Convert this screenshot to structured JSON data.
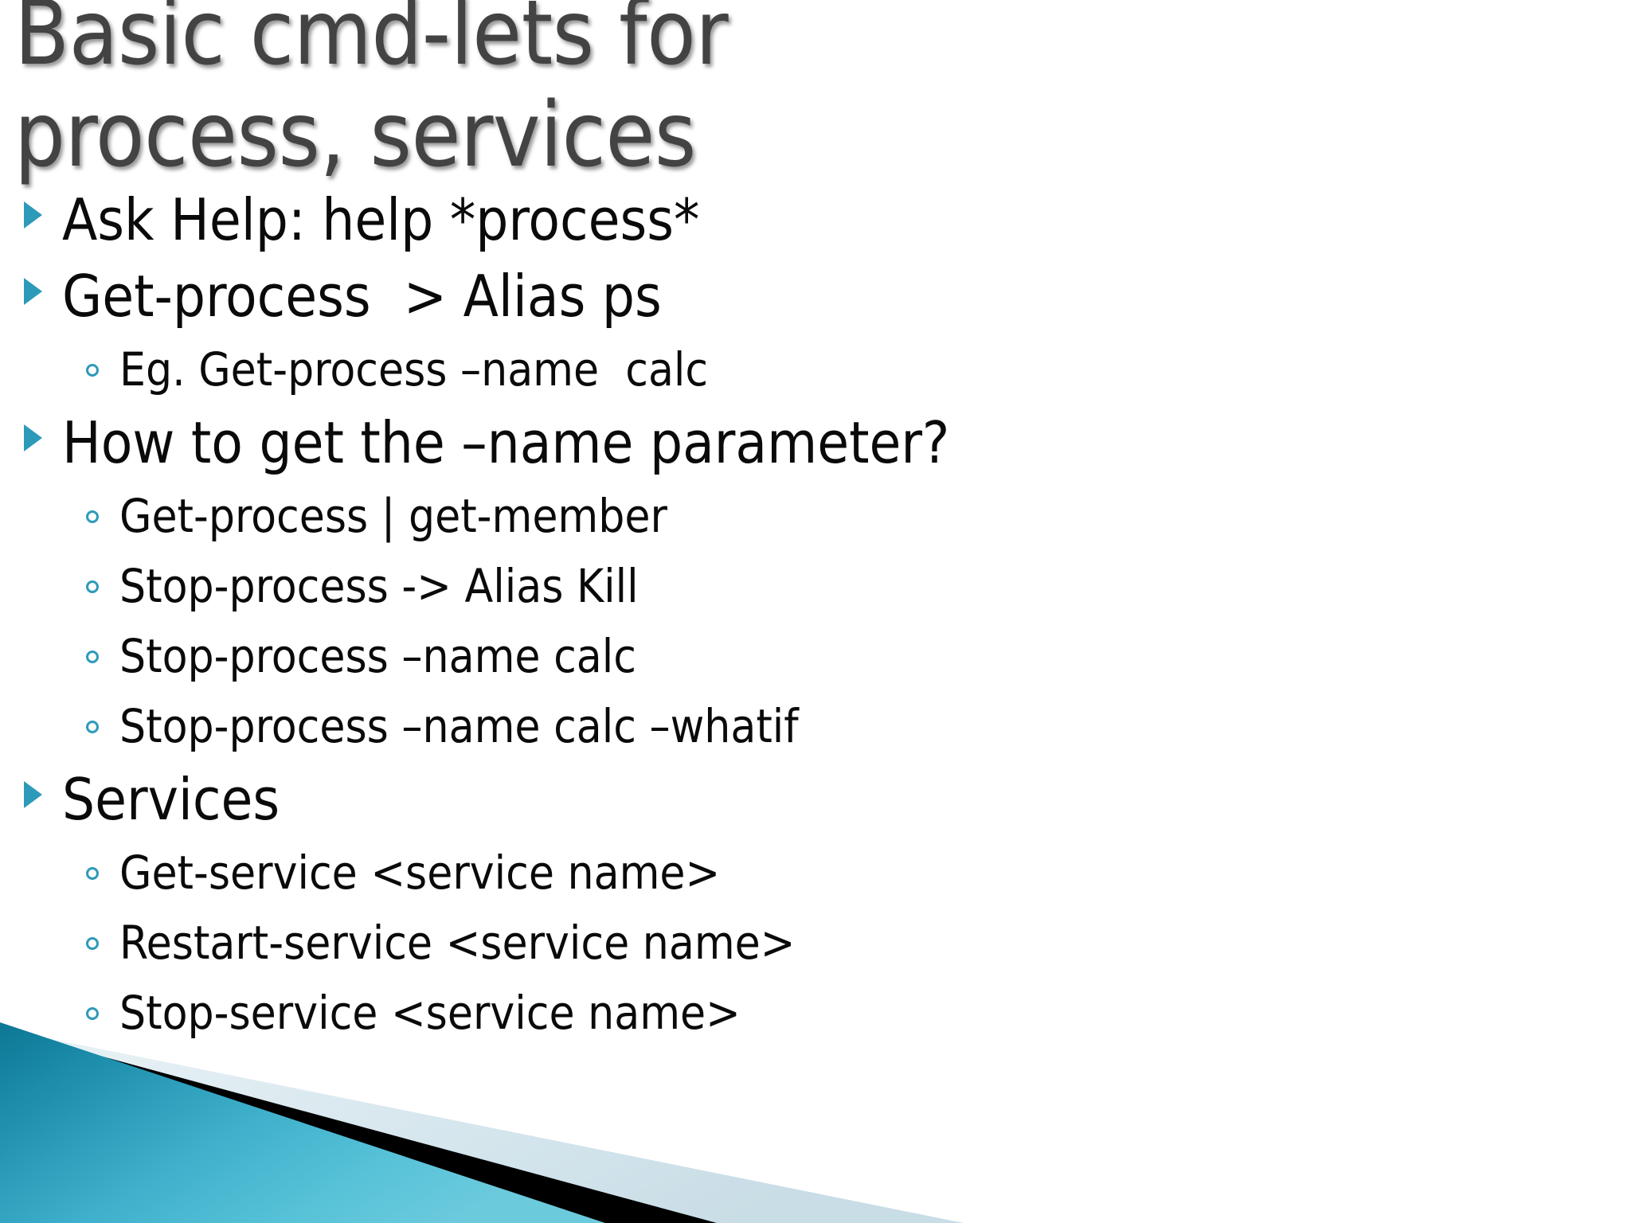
{
  "slide": {
    "background_color": "#ffffff",
    "title": "Basic cmd-lets for\nprocess, services",
    "title_color": "#434343",
    "accent_color": "#2e9ab9",
    "text_color": "#0a0a0a"
  },
  "content": {
    "items": [
      {
        "level": 1,
        "bullet": "triangle-bullet-icon",
        "text": "Ask Help: help *process*"
      },
      {
        "level": 1,
        "bullet": "triangle-bullet-icon",
        "text": "Get-process  > Alias ps"
      },
      {
        "level": 2,
        "bullet": "circle-bullet-icon",
        "text": "Eg. Get-process –name  calc"
      },
      {
        "level": 1,
        "bullet": "triangle-bullet-icon",
        "text": "How to get the –name parameter?"
      },
      {
        "level": 2,
        "bullet": "circle-bullet-icon",
        "text": "Get-process | get-member"
      },
      {
        "level": 2,
        "bullet": "circle-bullet-icon",
        "text": "Stop-process -> Alias Kill"
      },
      {
        "level": 2,
        "bullet": "circle-bullet-icon",
        "text": "Stop-process –name calc"
      },
      {
        "level": 2,
        "bullet": "circle-bullet-icon",
        "text": "Stop-process –name calc –whatif"
      },
      {
        "level": 1,
        "bullet": "triangle-bullet-icon",
        "text": "Services"
      },
      {
        "level": 2,
        "bullet": "circle-bullet-icon",
        "text": "Get-service <service name>"
      },
      {
        "level": 2,
        "bullet": "circle-bullet-icon",
        "text": "Restart-service <service name>"
      },
      {
        "level": 2,
        "bullet": "circle-bullet-icon",
        "text": "Stop-service <service name>"
      }
    ]
  },
  "decoration": {
    "name": "bottom-left-diagonal-banner",
    "teal_light": "#5cc3da",
    "teal_mid": "#2b9ebd",
    "teal_dark": "#0c7794",
    "stripe_color": "#000000",
    "band_color": "#dbe8ee"
  }
}
